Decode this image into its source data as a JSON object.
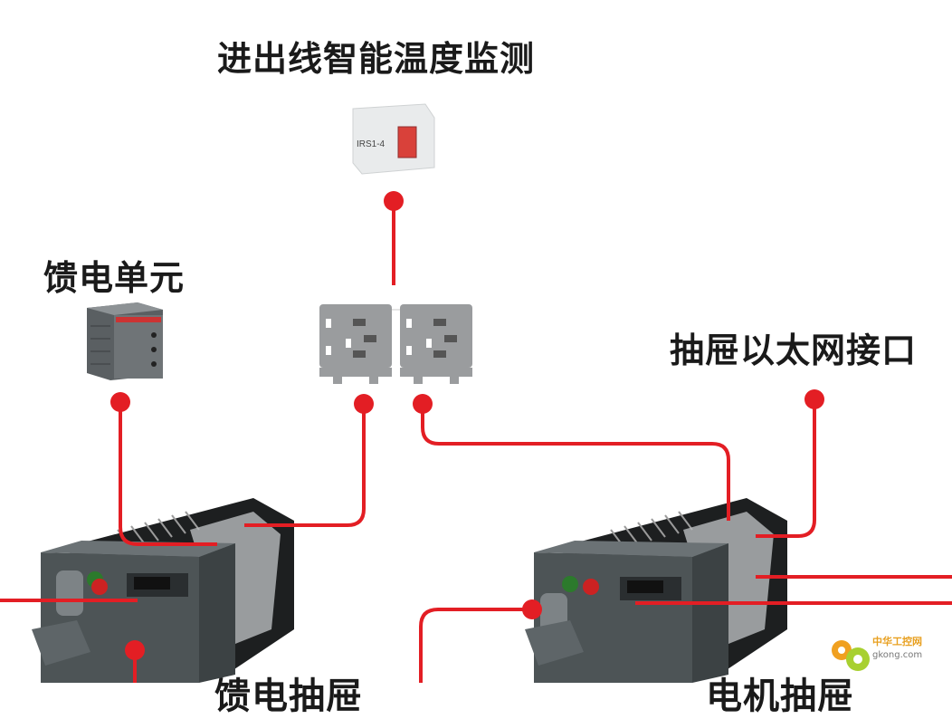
{
  "labels": {
    "temp_monitor": "进出线智能温度监测",
    "feeder_unit": "馈电单元",
    "drawer_ethernet": "抽屉以太网接口",
    "feeder_drawer": "馈电抽屉",
    "motor_drawer": "电机抽屉"
  },
  "devices": {
    "sensor_text": "IRS1-4"
  },
  "watermark": {
    "cn": "中华工控网",
    "en": "gkong.com"
  },
  "colors": {
    "line": "#e31e24",
    "device_gray": "#4d5456"
  }
}
